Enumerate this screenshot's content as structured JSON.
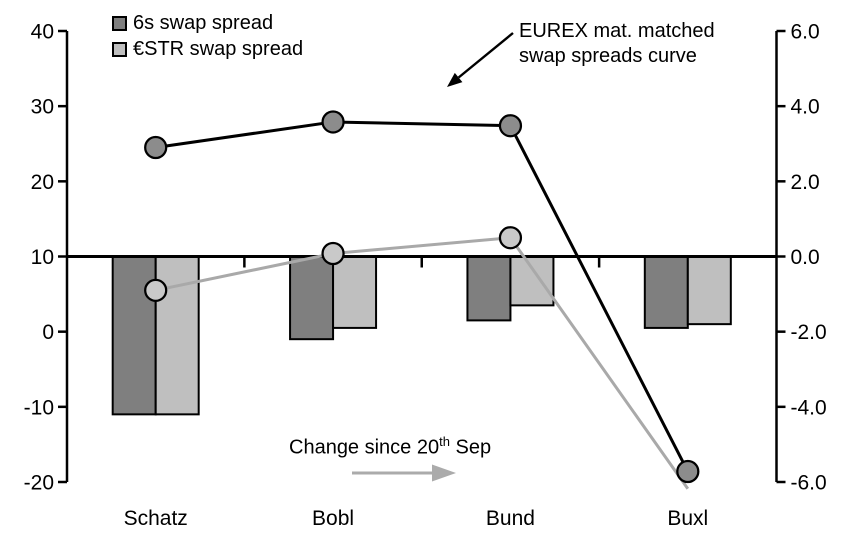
{
  "legend": {
    "items": [
      {
        "label": "6s swap spread"
      },
      {
        "label": "€STR swap spread"
      }
    ]
  },
  "annotations": {
    "curve": {
      "line1": "EUREX mat. matched",
      "line2": "swap spreads curve"
    },
    "change": {
      "prefix": "Change since 20",
      "sup": "th",
      "suffix": " Sep"
    }
  },
  "chart_data": {
    "type": "bar+line combo",
    "categories": [
      "Schatz",
      "Bobl",
      "Bund",
      "Buxl"
    ],
    "bar_series": [
      {
        "name": "6s swap spread (change since 20th Sep, right axis)",
        "axis": "right",
        "color": "#7f7f7f",
        "values": [
          -4.2,
          -2.2,
          -1.7,
          -1.9
        ]
      },
      {
        "name": "€STR swap spread (change since 20th Sep, right axis)",
        "axis": "right",
        "color": "#bfbfbf",
        "values": [
          -4.2,
          -1.9,
          -1.3,
          -1.8
        ]
      }
    ],
    "line_series": [
      {
        "name": "6s EUREX mat. matched swap spreads curve (left axis, bp)",
        "axis": "left",
        "color": "#000000",
        "marker_fill": "#8c8c8c",
        "values": [
          24.5,
          27.9,
          27.4,
          -18.6
        ],
        "markers": [
          true,
          true,
          true,
          true
        ]
      },
      {
        "name": "€STR EUREX mat. matched swap spreads curve (left axis, bp)",
        "axis": "left",
        "color": "#a9a9a9",
        "marker_fill": "#c9c9c9",
        "values": [
          5.5,
          10.4,
          12.5,
          -20.9
        ],
        "markers": [
          true,
          true,
          true,
          false
        ]
      }
    ],
    "left_axis": {
      "tick_labels": [
        "40",
        "30",
        "20",
        "10",
        "0",
        "-10",
        "-20"
      ],
      "tick_values": [
        40,
        30,
        20,
        10,
        0,
        -10,
        -20
      ],
      "min": -20,
      "max": 40
    },
    "right_axis": {
      "tick_labels": [
        "6.0",
        "4.0",
        "2.0",
        "0.0",
        "-2.0",
        "-4.0",
        "-6.0"
      ],
      "tick_values": [
        6,
        4,
        2,
        0,
        -2,
        -4,
        -6
      ],
      "min": -6,
      "max": 6
    },
    "bar_baseline": {
      "axis": "right",
      "value": 0
    },
    "grid": "off",
    "legend_position": "top-left-inside"
  }
}
